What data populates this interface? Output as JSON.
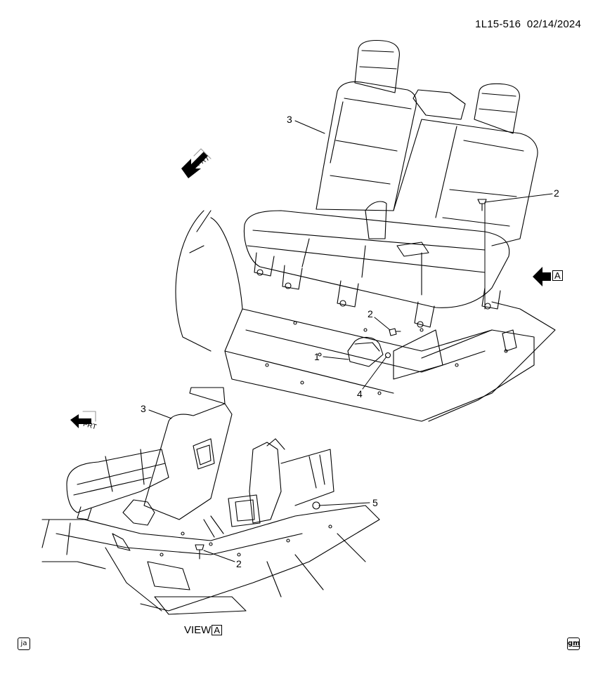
{
  "header": {
    "code": "1L15-516",
    "date": "02/14/2024"
  },
  "callouts": [
    {
      "id": "c3-top",
      "text": "3"
    },
    {
      "id": "c2-top-right",
      "text": "2"
    },
    {
      "id": "c2-mid",
      "text": "2"
    },
    {
      "id": "c1",
      "text": "1"
    },
    {
      "id": "c4",
      "text": "4"
    },
    {
      "id": "c3-bottom",
      "text": "3"
    },
    {
      "id": "c5",
      "text": "5"
    },
    {
      "id": "c2-bottom",
      "text": "2"
    }
  ],
  "view": {
    "label": "VIEW",
    "letter": "A"
  },
  "arrow_letter": "A",
  "frt_label": "FRT",
  "corner_left": "ja",
  "corner_right": "gm"
}
